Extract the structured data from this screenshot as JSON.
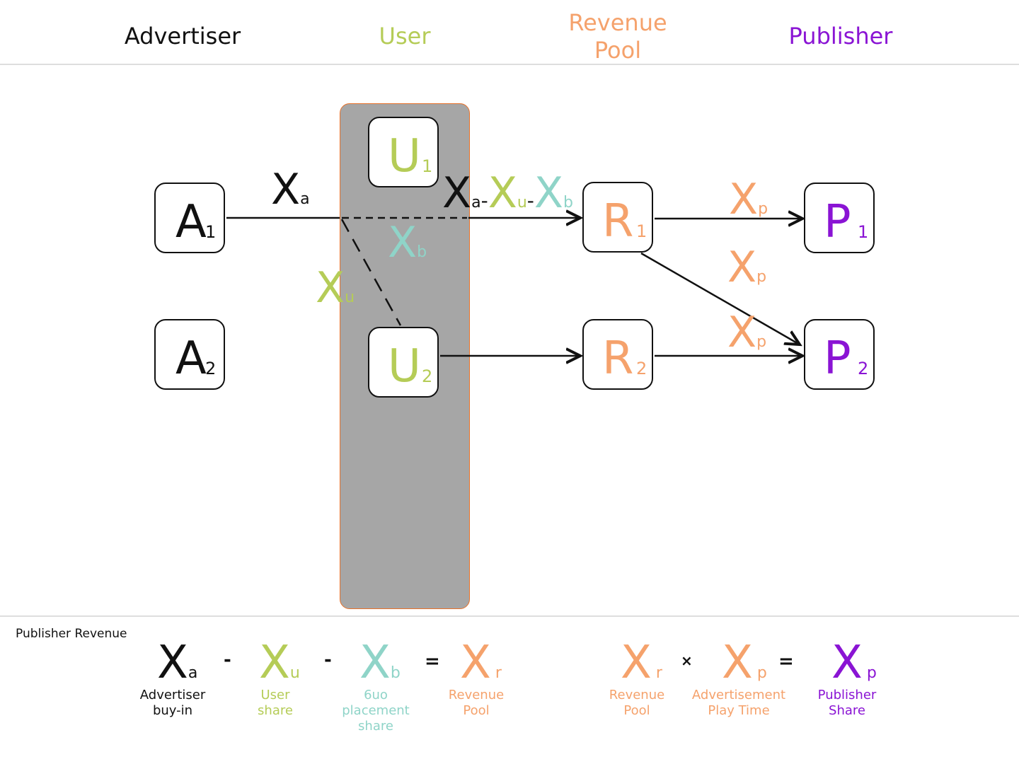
{
  "headers": {
    "advertiser": "Advertiser",
    "user": "User",
    "revenue_pool_line1": "Revenue",
    "revenue_pool_line2": "Pool",
    "publisher": "Publisher"
  },
  "colors": {
    "advertiser": "#111111",
    "user": "#b5cc57",
    "placement": "#8fd4c8",
    "revenue": "#f5a26c",
    "publisher": "#8a14d4",
    "band": "#a6a6a6",
    "band_border": "#e8722a"
  },
  "nodes": {
    "a1": {
      "letter": "A",
      "index": "1"
    },
    "a2": {
      "letter": "A",
      "index": "2"
    },
    "u1": {
      "letter": "U",
      "index": "1"
    },
    "u2": {
      "letter": "U",
      "index": "2"
    },
    "r1": {
      "letter": "R",
      "index": "1"
    },
    "r2": {
      "letter": "R",
      "index": "2"
    },
    "p1": {
      "letter": "P",
      "index": "1"
    },
    "p2": {
      "letter": "P",
      "index": "2"
    }
  },
  "edge_labels": {
    "xa": {
      "x": "X",
      "sub": "a"
    },
    "xb": {
      "x": "X",
      "sub": "b"
    },
    "xu": {
      "x": "X",
      "sub": "u"
    },
    "combo": {
      "x1": "X",
      "s1": "a",
      "m1": "-",
      "x2": "X",
      "s2": "u",
      "m2": "-",
      "x3": "X",
      "s3": "b"
    },
    "xp1": {
      "x": "X",
      "sub": "p"
    },
    "xp2": {
      "x": "X",
      "sub": "p"
    },
    "xp3": {
      "x": "X",
      "sub": "p"
    }
  },
  "footer": {
    "title": "Publisher Revenue",
    "formula1": {
      "t1": {
        "x": "X",
        "sub": "a",
        "cap1": "Advertiser",
        "cap2": "buy-in"
      },
      "op1": "-",
      "t2": {
        "x": "X",
        "sub": "u",
        "cap1": "User",
        "cap2": "share"
      },
      "op2": "-",
      "t3": {
        "x": "X",
        "sub": "b",
        "cap1": "6uo",
        "cap2": "placement",
        "cap3": "share"
      },
      "eq": "=",
      "t4": {
        "x": "X",
        "sub": "r",
        "cap1": "Revenue",
        "cap2": "Pool"
      }
    },
    "formula2": {
      "t1": {
        "x": "X",
        "sub": "r",
        "cap1": "Revenue",
        "cap2": "Pool"
      },
      "op": "×",
      "t2": {
        "x": "X",
        "sub": "p",
        "cap1": "Advertisement",
        "cap2": "Play Time"
      },
      "eq": "=",
      "t3": {
        "x": "X",
        "sub": "p",
        "cap1": "Publisher",
        "cap2": "Share"
      }
    }
  }
}
